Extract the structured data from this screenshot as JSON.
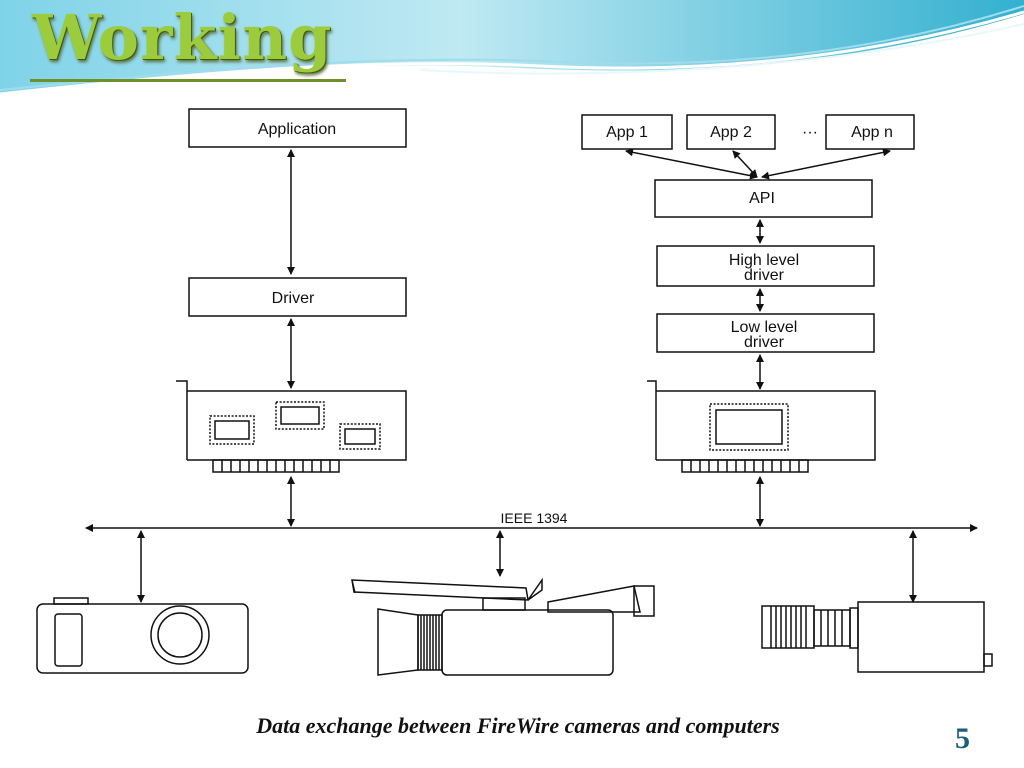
{
  "slide": {
    "title": "Working",
    "caption": "Data exchange between FireWire cameras and computers",
    "page_number": "5"
  },
  "diagram": {
    "left_stack": {
      "application": "Application",
      "driver": "Driver"
    },
    "right_stack": {
      "apps": [
        "App 1",
        "App 2",
        "App n"
      ],
      "ellipsis": "···",
      "api": "API",
      "high_level_driver": [
        "High level",
        "driver"
      ],
      "low_level_driver": [
        "Low level",
        "driver"
      ]
    },
    "bus_label": "IEEE 1394"
  },
  "colors": {
    "title": "#9ccb3b",
    "header_wave_dark": "#2ea8c8",
    "header_wave_light": "#bfe9f3",
    "line": "#111111",
    "page_number": "#1a5f7a"
  },
  "icons": [
    "interface-card-three-chips",
    "interface-card-single-chip",
    "digital-camera-icon",
    "video-camera-icon",
    "industrial-camera-icon"
  ]
}
